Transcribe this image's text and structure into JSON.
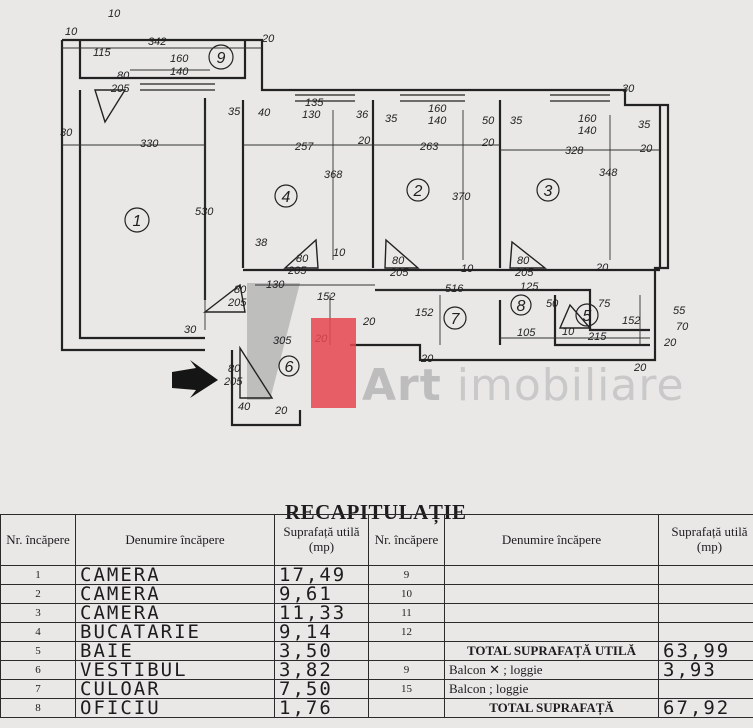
{
  "plan": {
    "rooms": [
      "1",
      "2",
      "3",
      "4",
      "5",
      "6",
      "7",
      "8",
      "9"
    ],
    "dims": {
      "d10": "10",
      "d342": "342",
      "d20a": "20",
      "d115": "115",
      "d10b": "10",
      "d160_140a": "160",
      "d160_140b": "140",
      "d80": "80",
      "d205": "205",
      "d30": "30",
      "d330": "330",
      "d35a": "35",
      "d40": "40",
      "d135": "135",
      "d130": "130",
      "d36": "36",
      "d35b": "35",
      "d160c": "160",
      "d140c": "140",
      "d50": "50",
      "d35c": "35",
      "d160d": "160",
      "d140d": "140",
      "d35d": "35",
      "d30b": "30",
      "d257": "257",
      "d20b": "20",
      "d263": "263",
      "d20c": "20",
      "d328": "328",
      "d20d": "20",
      "d530": "530",
      "d368": "368",
      "d370": "370",
      "d348": "348",
      "d38": "38",
      "d80b": "80",
      "d205b": "205",
      "d10c": "10",
      "d80c": "80",
      "d205c": "205",
      "d80d": "80",
      "d205d": "205",
      "d10d": "10",
      "d20e": "20",
      "d130b": "130",
      "d516": "516",
      "d125": "125",
      "d80e": "80",
      "d205e": "205",
      "d152a": "152",
      "d152b": "152",
      "d152c": "152",
      "d55": "55",
      "d70": "70",
      "d50b": "50",
      "d75": "75",
      "d30c": "30",
      "d305": "305",
      "d20f": "20",
      "d20g": "20",
      "d105": "105",
      "d10e": "10",
      "d215": "215",
      "d20h": "20",
      "d20i": "20",
      "d80f": "80",
      "d205f": "205",
      "d40b": "40",
      "d20j": "20",
      "d20k": "20"
    }
  },
  "watermark": {
    "brand": "Art",
    "suffix": "imobiliare"
  },
  "recap": {
    "title": "RECAPITULAȚIE",
    "headers": {
      "nr": "Nr. încăpere",
      "name": "Denumire încăpere",
      "area": "Suprafață utilă (mp)",
      "nr2": "Nr. încăpere",
      "name2": "Denumire încăpere",
      "area2": "Suprafață utilă (mp)"
    },
    "left_rows": [
      {
        "nr": "1",
        "name": "CAMERA",
        "area": "17,49"
      },
      {
        "nr": "2",
        "name": "CAMERA",
        "area": "9,61"
      },
      {
        "nr": "3",
        "name": "CAMERA",
        "area": "11,33"
      },
      {
        "nr": "4",
        "name": "BUCATARIE",
        "area": "9,14"
      },
      {
        "nr": "5",
        "name": "BAIE",
        "area": "3,50"
      },
      {
        "nr": "6",
        "name": "VESTIBUL",
        "area": "3,82"
      },
      {
        "nr": "7",
        "name": "CULOAR",
        "area": "7,50"
      },
      {
        "nr": "8",
        "name": "OFICIU",
        "area": "1,76"
      }
    ],
    "right_rows": [
      {
        "nr": "9",
        "name": "",
        "area": ""
      },
      {
        "nr": "10",
        "name": "",
        "area": ""
      },
      {
        "nr": "11",
        "name": "",
        "area": ""
      },
      {
        "nr": "12",
        "name": "",
        "area": ""
      },
      {
        "nr": "",
        "name": "TOTAL SUPRAFAȚĂ UTILĂ",
        "area": "63,99"
      },
      {
        "nr": "9",
        "name": "Balcon ✕ ; loggie",
        "area": "3,93"
      },
      {
        "nr": "15",
        "name": "Balcon ; loggie",
        "area": ""
      },
      {
        "nr": "",
        "name": "TOTAL SUPRAFAȚĂ",
        "area": "67,92"
      }
    ]
  }
}
